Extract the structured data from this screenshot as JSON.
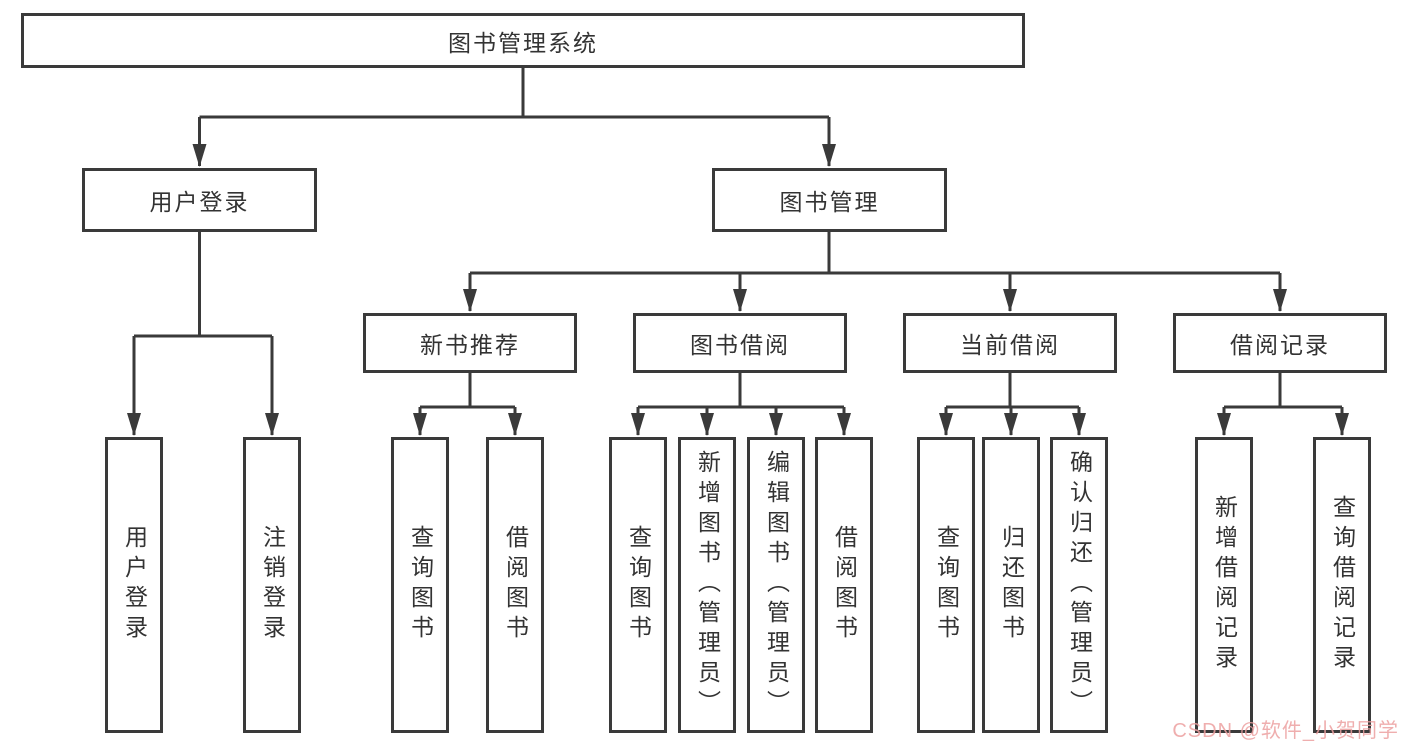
{
  "watermark": "CSDN @软件_小贺同学",
  "colors": {
    "line": "#3a3a3a",
    "text": "#333333",
    "background": "#ffffff",
    "watermark_pink": "#eca0a0"
  },
  "tree": {
    "root": "图书管理系统",
    "branches": {
      "user_login": {
        "label": "用户登录",
        "children": [
          "用户登录",
          "注销登录"
        ]
      },
      "book_management": {
        "label": "图书管理",
        "groups": [
          {
            "label": "新书推荐",
            "children": [
              "查询图书",
              "借阅图书"
            ]
          },
          {
            "label": "图书借阅",
            "children": [
              "查询图书",
              "新增图书（管理员）",
              "编辑图书（管理员）",
              "借阅图书"
            ]
          },
          {
            "label": "当前借阅",
            "children": [
              "查询图书",
              "归还图书",
              "确认归还（管理员）"
            ]
          },
          {
            "label": "借阅记录",
            "children": [
              "新增借阅记录",
              "查询借阅记录"
            ]
          }
        ]
      }
    }
  }
}
